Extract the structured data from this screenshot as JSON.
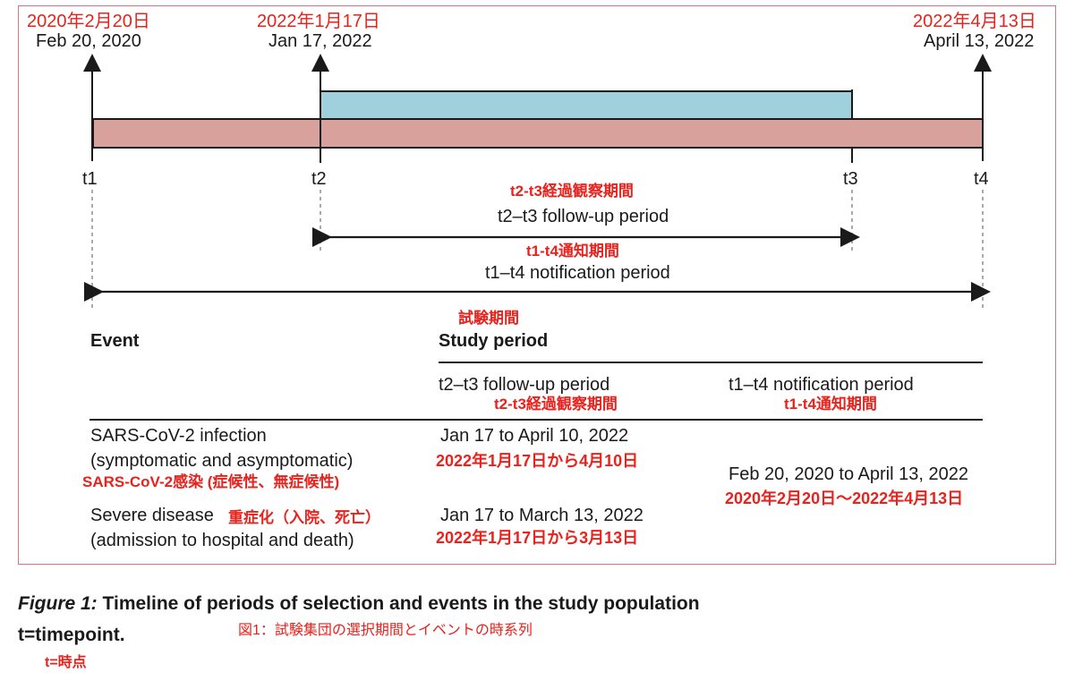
{
  "timepoints": {
    "t1": {
      "label": "t1",
      "date_jp": "2020年2月20日",
      "date_en": "Feb 20, 2020"
    },
    "t2": {
      "label": "t2",
      "date_jp": "2022年1月17日",
      "date_en": "Jan 17, 2022"
    },
    "t3": {
      "label": "t3"
    },
    "t4": {
      "label": "t4",
      "date_jp": "2022年4月13日",
      "date_en": "April 13, 2022"
    }
  },
  "periods": {
    "followup_jp": "t2-t3経過観察期間",
    "followup_en": "t2–t3 follow-up period",
    "notification_jp": "t1-t4通知期間",
    "notification_en": "t1–t4 notification period"
  },
  "table": {
    "study_period_jp": "試験期間",
    "event_header": "Event",
    "study_period_header": "Study period",
    "col_followup_en": "t2–t3 follow-up period",
    "col_followup_jp": "t2-t3経過観察期間",
    "col_notification_en": "t1–t4 notification period",
    "col_notification_jp": "t1-t4通知期間",
    "rows": [
      {
        "event_en_line1": "SARS-CoV-2 infection",
        "event_en_line2": "(symptomatic and asymptomatic)",
        "event_jp": "SARS-CoV-2感染 (症候性、無症候性)",
        "followup_en": "Jan 17 to April 10, 2022",
        "followup_jp": "2022年1月17日から4月10日"
      },
      {
        "event_en_line1": "Severe disease",
        "event_jp": "重症化（入院、死亡）",
        "event_en_line2": "(admission to hospital and death)",
        "followup_en": "Jan 17 to March 13, 2022",
        "followup_jp": "2022年1月17日から3月13日"
      }
    ],
    "notification_en": "Feb 20, 2020 to April 13, 2022",
    "notification_jp": "2020年2月20日〜2022年4月13日"
  },
  "caption": {
    "figure_label": "Figure 1:",
    "title": "Timeline of periods of selection and events in the study population",
    "note": "t=timepoint.",
    "title_jp": "図1：試験集団の選択期間とイベントの時系列",
    "note_jp": "t=時点"
  },
  "colors": {
    "notification_bar": "#d9a19b",
    "followup_bar": "#9fd0dc",
    "annotation_red": "#e8221c",
    "frame": "#d9747f"
  }
}
